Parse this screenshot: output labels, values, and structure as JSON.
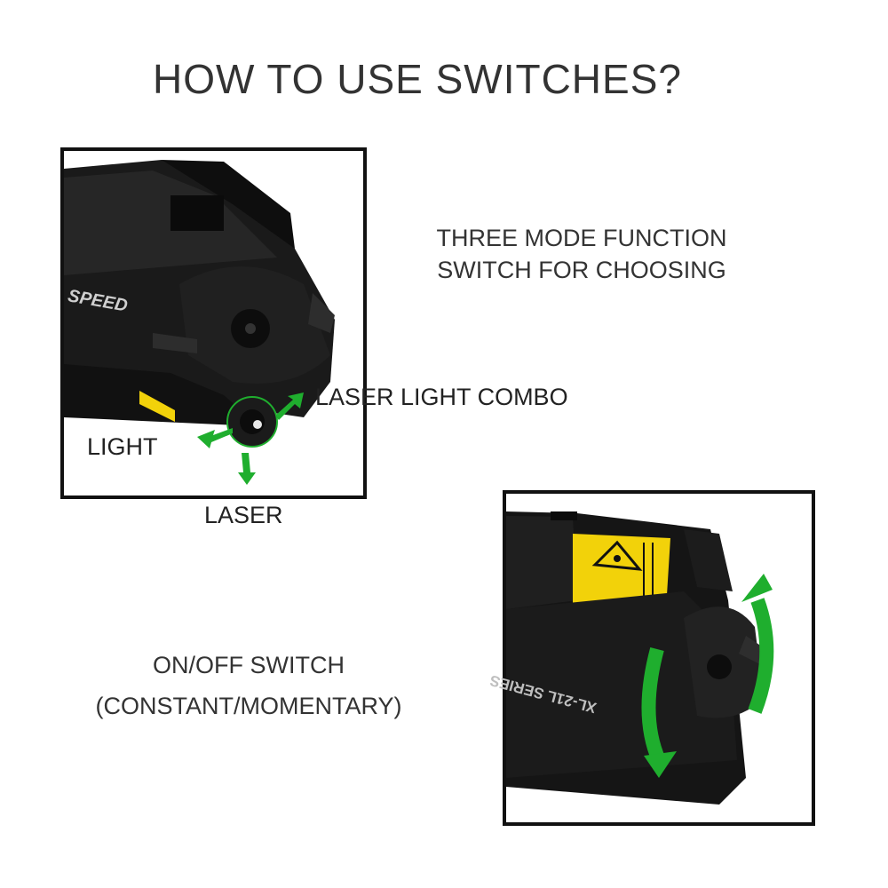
{
  "title": "HOW TO USE SWITCHES?",
  "mode_caption": {
    "line1": "THREE MODE FUNCTION",
    "line2": "SWITCH FOR CHOOSING"
  },
  "onoff_caption": {
    "line1": "ON/OFF SWITCH",
    "line2": "(CONSTANT/MOMENTARY)"
  },
  "mode_labels": {
    "combo": "LASER LIGHT COMBO",
    "light": "LIGHT",
    "laser": "LASER"
  },
  "device_text": {
    "brand": "SPEED",
    "series": "XL-21L SERIES"
  },
  "colors": {
    "arrow_green": "#1fae2e",
    "warning_yellow": "#f2d20a",
    "device_black": "#141414"
  }
}
